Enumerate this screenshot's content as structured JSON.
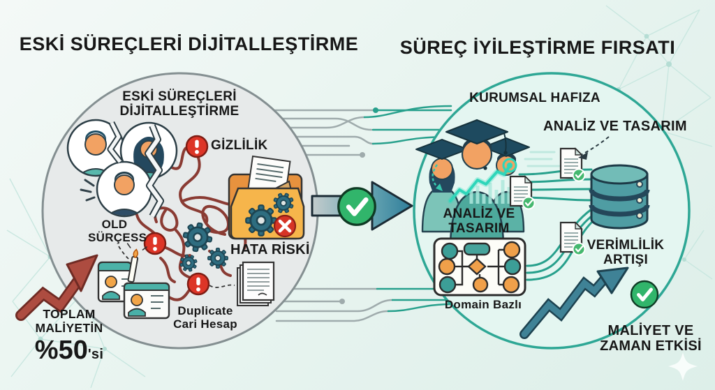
{
  "titles": {
    "left": "ESKİ SÜREÇLERİ DİJİTALLEŞTİRME",
    "right": "SÜREÇ İYİLEŞTİRME FIRSATI"
  },
  "left_circle": {
    "heading": {
      "line1": "ESKİ SÜREÇLERİ",
      "line2": "DİJİTALLEŞTİRME"
    },
    "labels": {
      "gizlilik": "GİZLİLİK",
      "old_process": {
        "line1": "OLD",
        "line2": "SÜRÇESS"
      },
      "hata_riski": "HATA RİSKİ",
      "duplicate": {
        "line1": "Duplicate",
        "line2": "Cari Hesap"
      }
    },
    "metric": {
      "line1": "TOPLAM",
      "line2": "MALİYETİN",
      "value": "%50",
      "suffix": "'si"
    }
  },
  "right_circle": {
    "heading": "KURUMSAL HAFIZA",
    "labels": {
      "analiz_tasarim_top": "ANALİZ VE TASARIM",
      "analiz_tasarim": {
        "line1": "ANALİZ VE",
        "line2": "TASARIM"
      },
      "domain_bazli": "Domain Bazlı",
      "verimlilik": {
        "line1": "VERİMLİLİK",
        "line2": "ARTIŞI"
      }
    },
    "metric": {
      "line1": "MALİYET VE",
      "line2": "ZAMAN ETKİSİ"
    }
  },
  "icons": {
    "warning_glyph": "!",
    "check_glyph": "✓",
    "x_glyph": "✕"
  },
  "colors": {
    "teal_accent": "#2ea795",
    "circuit_teal": "#27a08c",
    "danger_red": "#dd3527",
    "tangle_red": "#8a3b33",
    "success_green": "#31b56b",
    "folder_orange": "#f6b54b",
    "arrow_red": "#ad4c40",
    "arrow_teal": "#3f8296",
    "left_circle_fill": "#e7eaea",
    "right_circle_fill": "#e4f6f1"
  }
}
